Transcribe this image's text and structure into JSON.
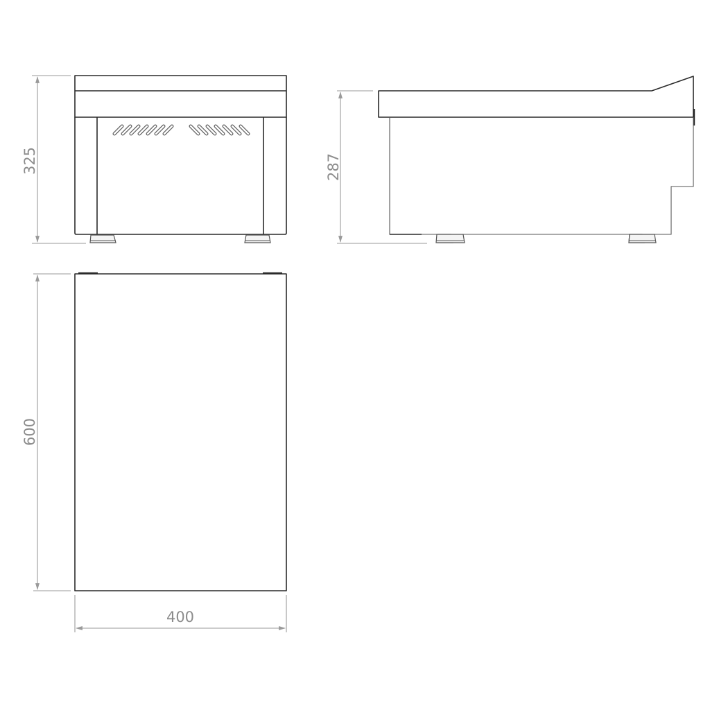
{
  "drawing": {
    "views": {
      "front": {
        "label": "front-view",
        "height_dimension": "325"
      },
      "side": {
        "label": "side-view",
        "height_dimension": "287"
      },
      "top": {
        "label": "top-view",
        "depth_dimension": "600",
        "width_dimension": "400"
      }
    },
    "colors": {
      "outline": "#2a2a2a",
      "dimension": "#9a9a9a",
      "background": "#ffffff"
    }
  }
}
